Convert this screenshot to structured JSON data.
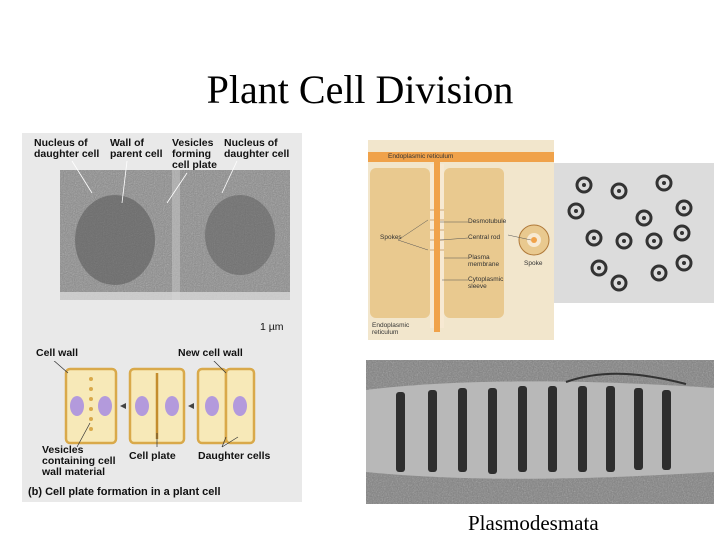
{
  "slide": {
    "title": "Plant Cell Division",
    "caption": "Plasmodesmata"
  },
  "left_figure": {
    "labels": {
      "nucleus_daughter_left": "Nucleus of daughter cell",
      "wall_parent": "Wall of parent cell",
      "vesicles_forming": "Vesicles forming cell plate",
      "nucleus_daughter_right": "Nucleus of daughter cell",
      "scale": "1 µm",
      "cell_wall": "Cell wall",
      "new_cell_wall": "New cell wall",
      "vesicles_containing": "Vesicles containing cell wall material",
      "cell_plate": "Cell plate",
      "daughter_cells": "Daughter cells",
      "panel_caption": "(b) Cell plate formation in a plant cell"
    }
  },
  "diagram": {
    "labels": {
      "er_top": "Endoplasmic reticulum",
      "spokes_left": "Spokes",
      "desmotubule": "Desmotubule",
      "central_rod": "Central rod",
      "plasma_membrane": "Plasma membrane",
      "cytoplasmic_sleeve": "Cytoplasmic sleeve",
      "spoke_right": "Spoke",
      "er_bottom": "Endoplasmic reticulum"
    }
  },
  "colors": {
    "diagram_bg": "#f2e6cc",
    "wall_fill": "#e9c98f",
    "er_fill": "#f0a24a",
    "cell_fill": "#f7e9b8",
    "nucleus_fill": "#b39adc"
  }
}
